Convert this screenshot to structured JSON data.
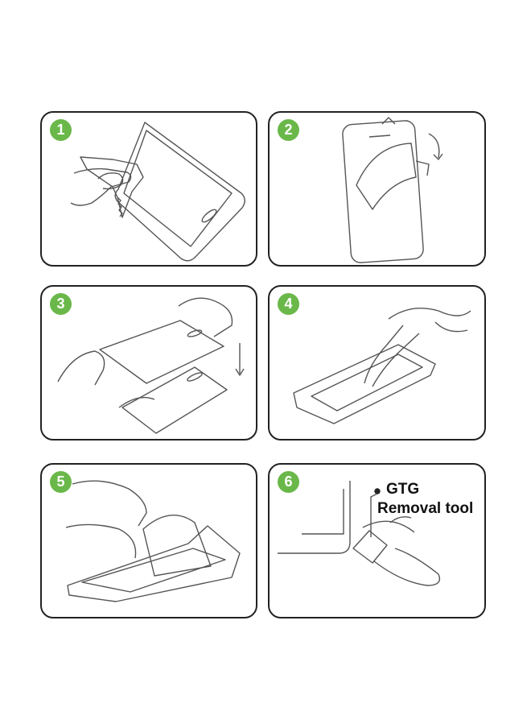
{
  "steps": [
    {
      "number": "1"
    },
    {
      "number": "2"
    },
    {
      "number": "3"
    },
    {
      "number": "4"
    },
    {
      "number": "5"
    },
    {
      "number": "6"
    }
  ],
  "callout": {
    "line1": "GTG",
    "line2": "Removal tool"
  },
  "colors": {
    "badge": "#6ab84a",
    "border": "#222222",
    "line": "#555555"
  }
}
